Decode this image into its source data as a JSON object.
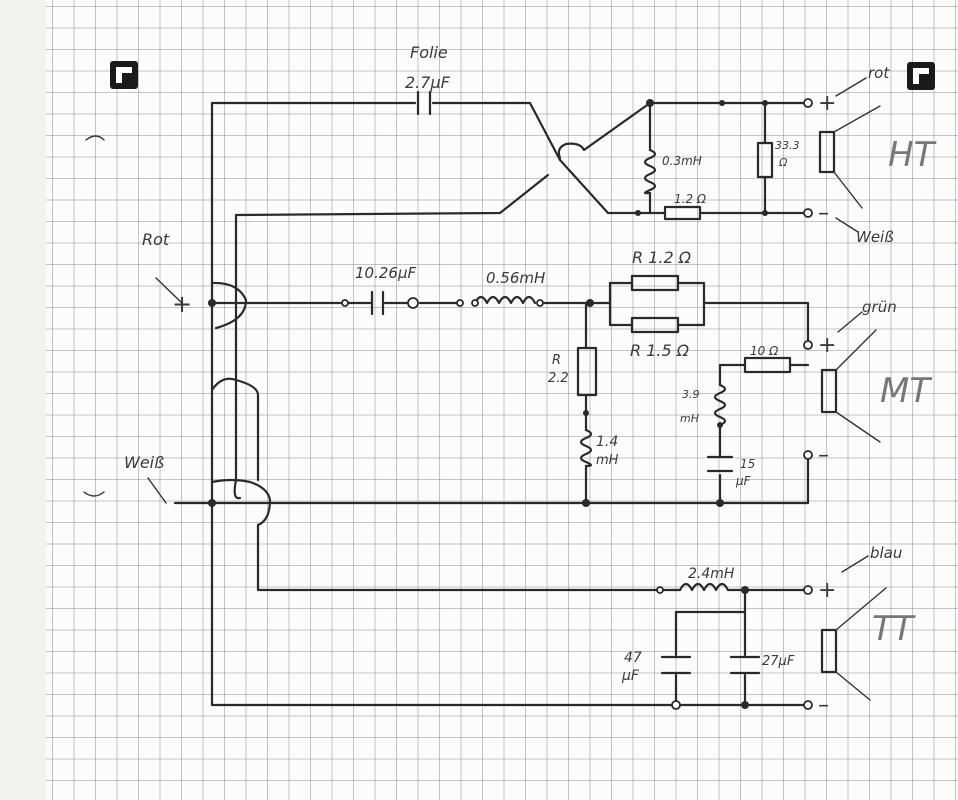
{
  "components": {
    "cap_folie": {
      "type": "Folie",
      "value": "2.7µF"
    },
    "ind_ht": "0.3mH",
    "res_ht": "1.2 Ω",
    "res_ht_shunt": {
      "value": "33.3",
      "unit": "Ω"
    },
    "cap_mt": "10.26µF",
    "ind_mt": "0.56mH",
    "res_mt_a": "R 1.2 Ω",
    "res_mt_b": "R 1.5 Ω",
    "res_mt_series": "10 Ω",
    "res_zobel": {
      "prefix": "R",
      "value": "2.2"
    },
    "ind_zobel": {
      "value": "1.4",
      "unit": "mH"
    },
    "ind_mt_shunt": {
      "value": "3.9",
      "unit": "mH"
    },
    "cap_mt_shunt": {
      "value": "15",
      "unit": "µF"
    },
    "ind_tt": "2.4mH",
    "cap_tt_a": {
      "value": "47",
      "unit": "µF"
    },
    "cap_tt_b": "27µF"
  },
  "inputs": {
    "plus_label": "Rot",
    "minus_label": "Weiß"
  },
  "outputs": {
    "ht": {
      "name": "HT",
      "plus_wire": "rot",
      "minus_wire": "Weiß"
    },
    "mt": {
      "name": "MT",
      "plus_wire": "grün"
    },
    "tt": {
      "name": "TT",
      "plus_wire": "blau"
    }
  },
  "signs": {
    "plus": "+",
    "minus": "–"
  }
}
